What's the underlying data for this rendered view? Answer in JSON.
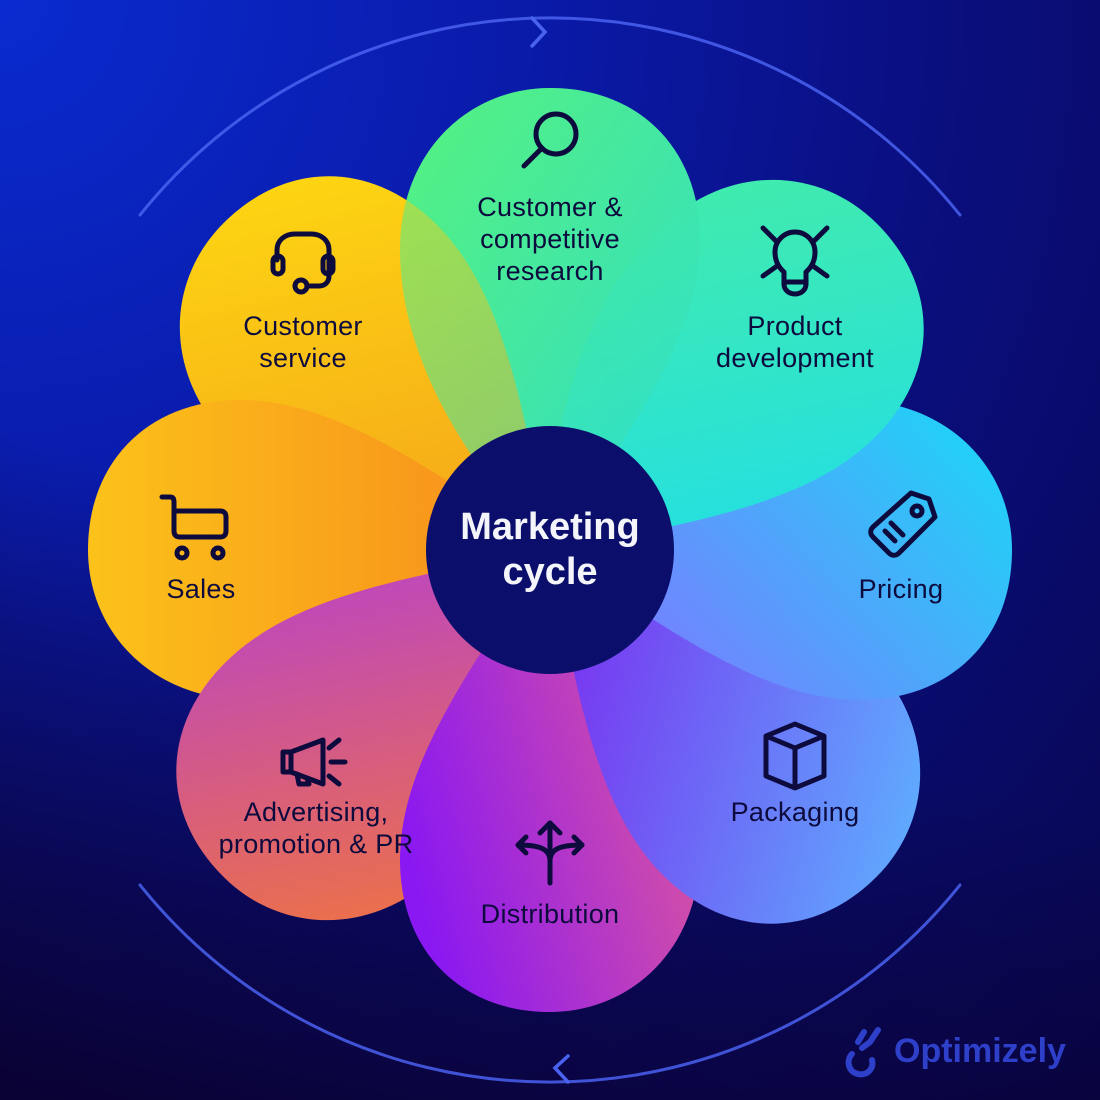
{
  "center": {
    "line1": "Marketing",
    "line2": "cycle"
  },
  "petals": [
    {
      "id": "research",
      "line1": "Customer &",
      "line2": "competitive",
      "line3": "research",
      "icon": "magnifier-icon",
      "color_start": "#4ff08a",
      "color_end": "#2ee0c8"
    },
    {
      "id": "product",
      "line1": "Product",
      "line2": "development",
      "icon": "lightbulb-icon",
      "color_start": "#3eeab0",
      "color_end": "#20dcef"
    },
    {
      "id": "pricing",
      "line1": "Pricing",
      "icon": "price-tag-icon",
      "color_start": "#18d8f8",
      "color_end": "#6a8cff"
    },
    {
      "id": "packaging",
      "line1": "Packaging",
      "icon": "box-icon",
      "color_start": "#5aa8ff",
      "color_end": "#7a2cf0"
    },
    {
      "id": "distribution",
      "line1": "Distribution",
      "icon": "split-arrows-icon",
      "color_start": "#e04a9a",
      "color_end": "#8a1cf0"
    },
    {
      "id": "advertising",
      "line1": "Advertising,",
      "line2": "promotion & PR",
      "icon": "megaphone-icon",
      "color_start": "#f06a40",
      "color_end": "#b83ad8"
    },
    {
      "id": "sales",
      "line1": "Sales",
      "icon": "shopping-cart-icon",
      "color_start": "#fbbf1a",
      "color_end": "#f7861c"
    },
    {
      "id": "service",
      "line1": "Customer",
      "line2": "service",
      "icon": "headset-icon",
      "color_start": "#fcd015",
      "color_end": "#f59a1a"
    }
  ],
  "cycle_ring": {
    "color": "#4a62f0",
    "arrow_top": "clockwise",
    "arrow_bottom": "clockwise"
  },
  "brand": {
    "name": "Optimizely",
    "color": "#3347d8"
  },
  "background": {
    "top_left": "#0a2bd0",
    "bottom_left": "#0a0030",
    "right": "#0b0d78"
  }
}
